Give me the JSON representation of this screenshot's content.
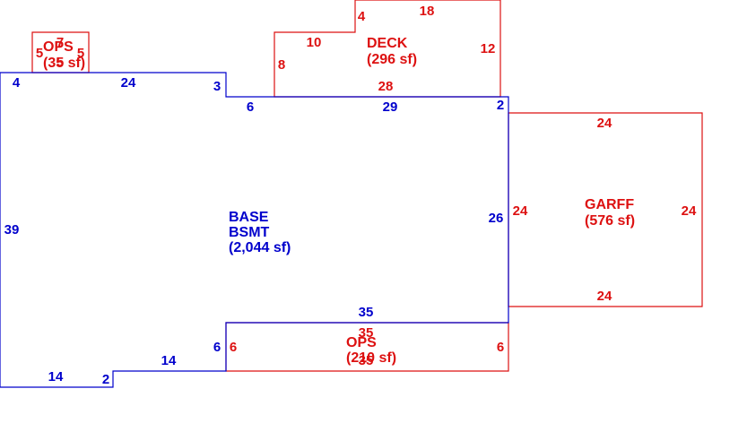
{
  "colors": {
    "main": "#0000cc",
    "addition": "#dd1111",
    "background": "#ffffff"
  },
  "ops_top": {
    "name": "OPS",
    "area": "(35 sf)",
    "dims": {
      "top": "7",
      "bottom": "5",
      "left": "5",
      "right": "5"
    }
  },
  "deck": {
    "name": "DECK",
    "area": "(296 sf)",
    "dims": {
      "left": "8",
      "step_top": "10",
      "step_left": "4",
      "top": "18",
      "right": "12",
      "bottom": "28"
    }
  },
  "base": {
    "name_line1": "BASE",
    "name_line2": "BSMT",
    "area": "(2,044 sf)",
    "dims": {
      "left": "39",
      "top_left": "4",
      "top": "24",
      "notch_drop": "3",
      "notch_run": "6",
      "top_right": "29",
      "corner": "2",
      "right": "26",
      "bottom_right": "35",
      "step_up": "6",
      "bottom_mid": "14",
      "small_step": "2",
      "bottom_left": "14"
    }
  },
  "garage": {
    "name": "GARFF",
    "area": "(576 sf)",
    "dims": {
      "top": "24",
      "left": "24",
      "right": "24",
      "bottom": "24"
    }
  },
  "ops_bottom": {
    "name": "OPS",
    "area": "(210 sf)",
    "dims": {
      "top": "35",
      "bottom": "35",
      "left": "6",
      "right": "6"
    }
  }
}
